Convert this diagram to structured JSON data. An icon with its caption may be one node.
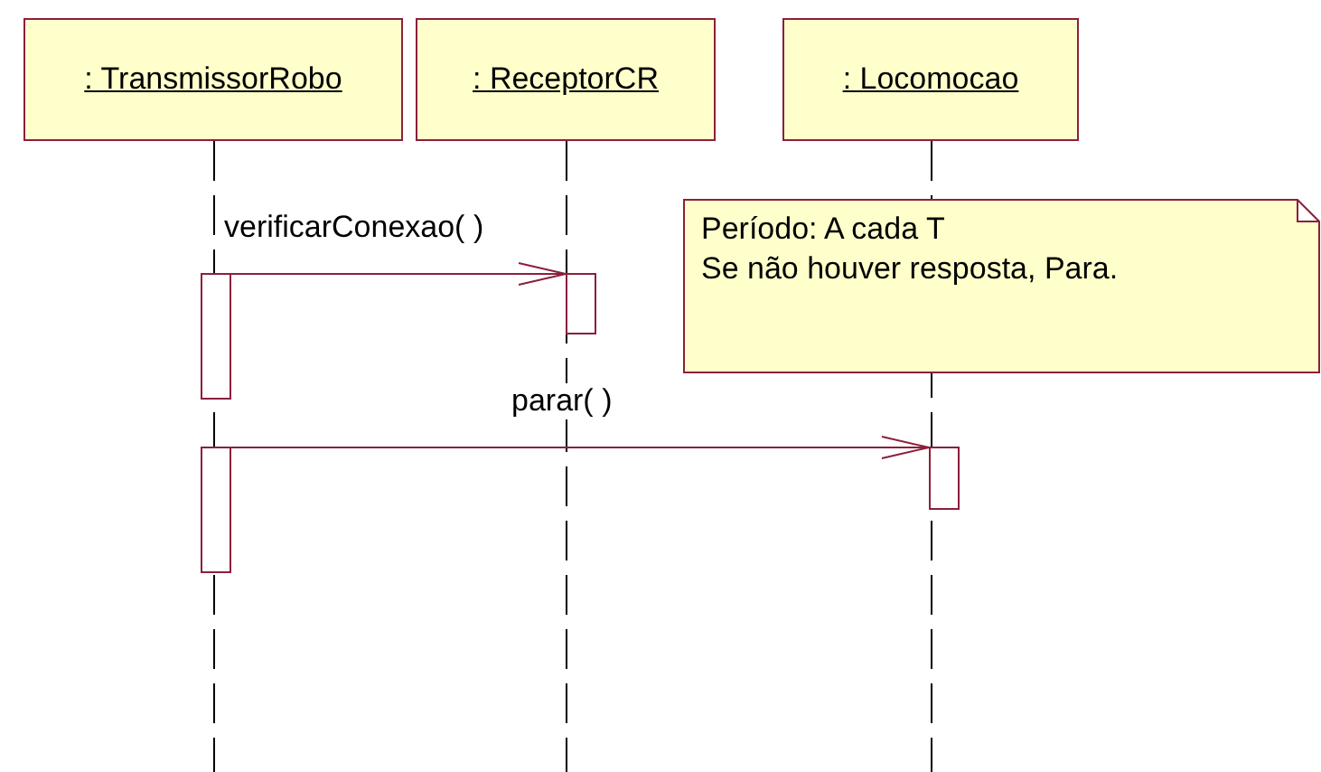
{
  "diagram": {
    "nodes": [
      {
        "text": [
          ": TransmissorRobo"
        ]
      },
      {
        "text": [
          ": ReceptorCR"
        ]
      },
      {
        "text": [
          ": Locomocao"
        ]
      },
      {
        "text": [
          "Período: A cada T",
          "Se não houver resposta, Para."
        ]
      },
      {
        "text": [],
        "shape": "bar"
      },
      {
        "text": [],
        "shape": "bar"
      },
      {
        "text": [],
        "shape": "bar"
      },
      {
        "text": [],
        "shape": "bar"
      }
    ],
    "edges": [
      {
        "from": 0,
        "to": null,
        "arrow": "none",
        "style": "dashed"
      },
      {
        "from": 1,
        "to": null,
        "arrow": "none",
        "style": "dashed"
      },
      {
        "from": 2,
        "to": null,
        "arrow": "none",
        "style": "dashed"
      },
      {
        "from": 4,
        "to": 5,
        "arrow": "to",
        "label": "verificarConexao( )",
        "color": "#8c1f3c"
      },
      {
        "from": 6,
        "to": 7,
        "arrow": "to",
        "label": "parar( )",
        "color": "#8c1f3c"
      }
    ]
  }
}
